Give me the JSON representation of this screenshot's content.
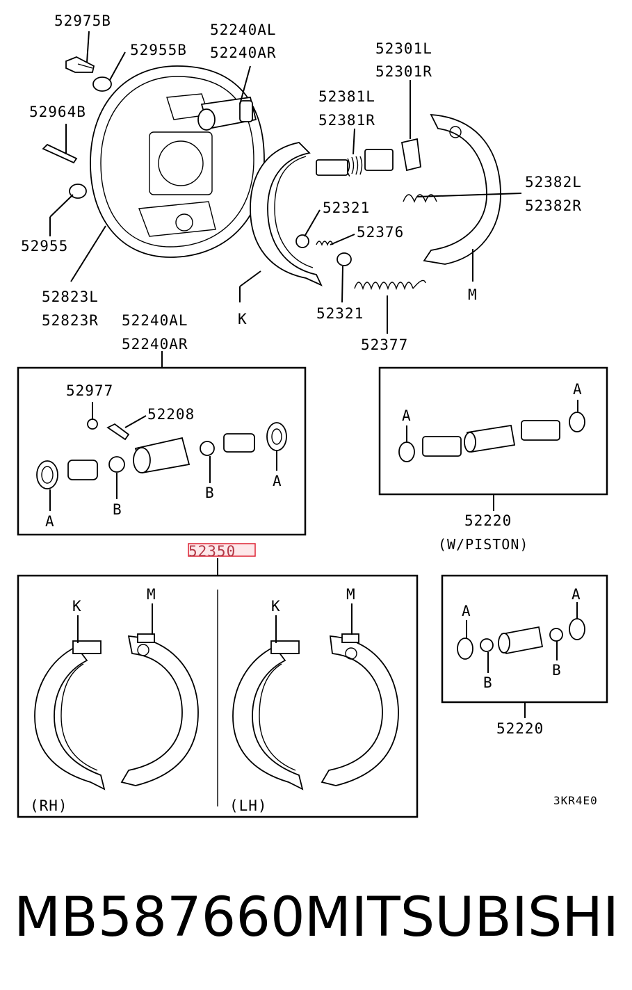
{
  "labels": {
    "p52975B": "52975B",
    "p52955B": "52955B",
    "p52240AL_top": "52240AL",
    "p52240AR_top": "52240AR",
    "p52301L": "52301L",
    "p52301R": "52301R",
    "p52964B": "52964B",
    "p52381L": "52381L",
    "p52381R": "52381R",
    "p52382L": "52382L",
    "p52382R": "52382R",
    "p52321_a": "52321",
    "p52376": "52376",
    "p52955": "52955",
    "p52823L": "52823L",
    "p52823R": "52823R",
    "p52240AL_mid": "52240AL",
    "p52240AR_mid": "52240AR",
    "k_top": "K",
    "p52321_b": "52321",
    "m_top": "M",
    "p52377": "52377",
    "p52977": "52977",
    "p52208": "52208",
    "box1_A_right": "A",
    "box1_A_left": "A",
    "box1_B_left": "B",
    "box1_B_right": "B",
    "box2_A_left": "A",
    "box2_A_right": "A",
    "p52220_a": "52220",
    "w_piston": "(W/PISTON)",
    "p52350": "52350",
    "box3_K_left": "K",
    "box3_M_left": "M",
    "box3_K_right": "K",
    "box3_M_right": "M",
    "rh": "(RH)",
    "lh": "(LH)",
    "box4_A_left": "A",
    "box4_A_right": "A",
    "box4_B_left": "B",
    "box4_B_right": "B",
    "p52220_b": "52220",
    "code": "3KR4E0"
  },
  "footer": {
    "part_number": "MB587660",
    "brand": "MITSUBISHI"
  },
  "colors": {
    "highlight_stroke": "#d23",
    "highlight_fill": "#fde8ea"
  }
}
